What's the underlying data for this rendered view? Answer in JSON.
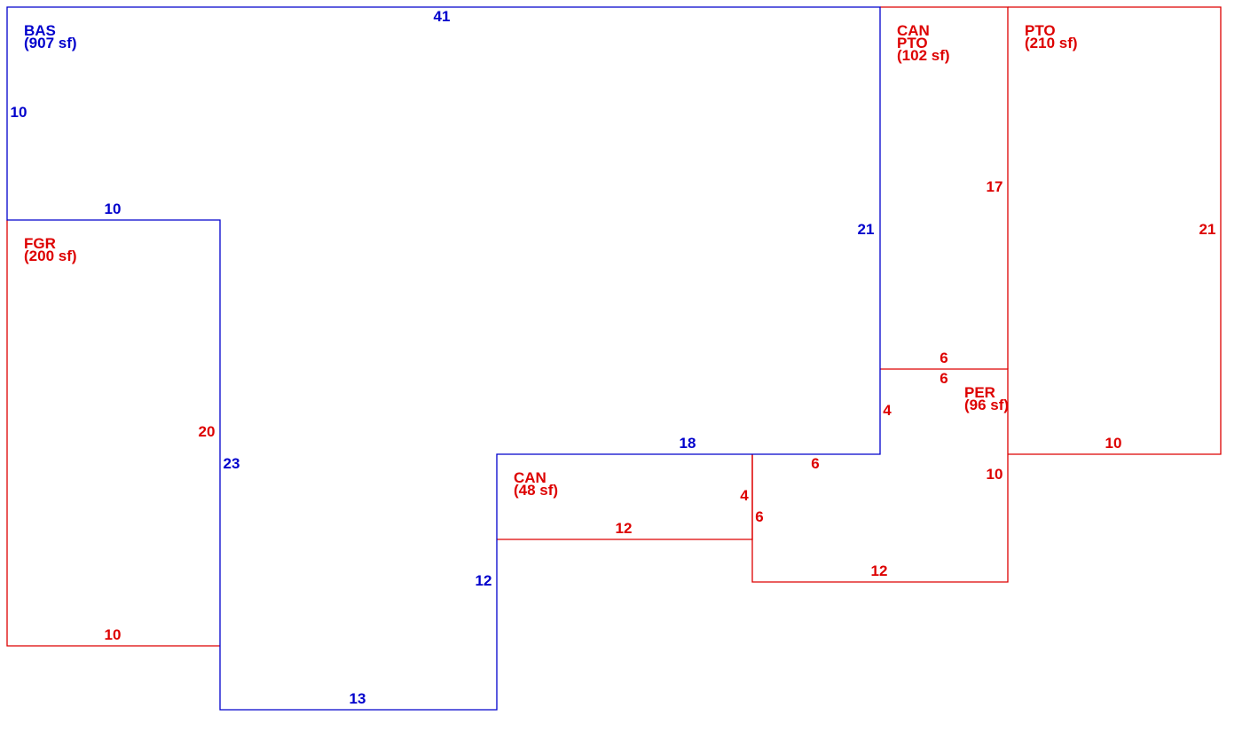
{
  "colors": {
    "main": "#0000cc",
    "addition": "#dd0000"
  },
  "areas": {
    "bas": {
      "code": "BAS",
      "size": "(907 sf)"
    },
    "fgr": {
      "code": "FGR",
      "size": "(200 sf)"
    },
    "can_pto": {
      "code": "CAN",
      "code2": "PTO",
      "size": "(102 sf)"
    },
    "pto": {
      "code": "PTO",
      "size": "(210 sf)"
    },
    "per": {
      "code": "PER",
      "size": "(96 sf)"
    },
    "can": {
      "code": "CAN",
      "size": "(48 sf)"
    }
  },
  "dimensions": {
    "bas_top": "41",
    "bas_left": "10",
    "bas_step": "10",
    "bas_right": "21",
    "bas_fgr_side": "23",
    "bas_bottom": "13",
    "bas_inner_side": "12",
    "bas_ledge": "18",
    "fgr_side": "20",
    "fgr_bottom": "10",
    "can_pto_side": "17",
    "can_pto_bottom": "6",
    "pto_side": "21",
    "pto_bottom": "10",
    "per_top": "6",
    "per_left_upper": "4",
    "per_ledge": "6",
    "per_left_lower": "6",
    "per_right": "10",
    "per_bottom": "12",
    "can_side": "4",
    "can_bottom": "12"
  }
}
